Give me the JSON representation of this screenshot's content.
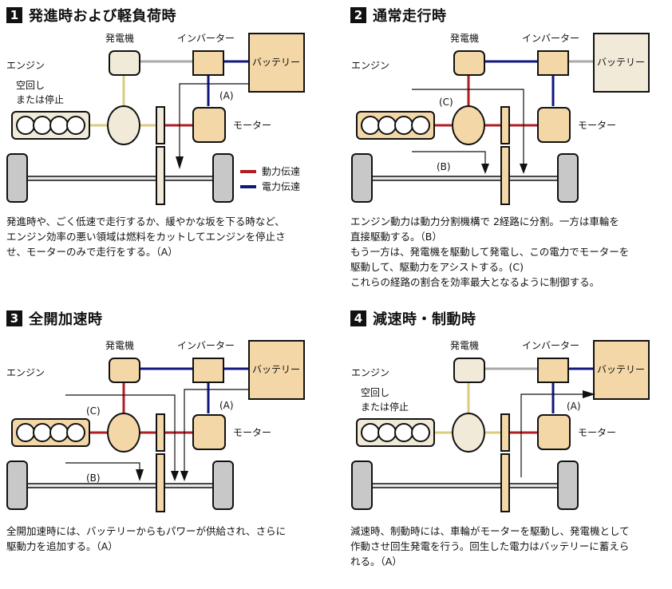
{
  "colors": {
    "active_fill": "#f3d7a6",
    "inactive_fill": "#f1ead8",
    "wheel_fill": "#c8c8c8",
    "power_line": "#b01e23",
    "electric_line": "#10177f",
    "idle_line": "#d9cc7e",
    "unused_line": "#a9a9a9"
  },
  "labels": {
    "generator": "発電機",
    "inverter": "インバーター",
    "battery": "バッテリー",
    "engine": "エンジン",
    "motor": "モーター",
    "idle_line1": "空回し",
    "idle_line2": "または停止"
  },
  "legend": {
    "power": "動力伝達",
    "electric": "電力伝達"
  },
  "panels": [
    {
      "number": "1",
      "title": "発進時および軽負荷時",
      "engine_active": false,
      "generator_active": false,
      "engine_idle_note": true,
      "path_labels": [
        "(A)"
      ],
      "links": {
        "gen_inv": "unused",
        "inv_bat": "electric",
        "inv_motor": "electric",
        "gen_split": "idle",
        "engine_split": "idle",
        "split_gear": "idle",
        "gear_motor": "power"
      },
      "description": [
        "発進時や、ごく低速で走行するか、緩やかな坂を下る時など、",
        "エンジン効率の悪い領域は燃料をカットしてエンジンを停止さ",
        "せ、モーターのみで走行をする。（A）"
      ]
    },
    {
      "number": "2",
      "title": "通常走行時",
      "engine_active": true,
      "generator_active": true,
      "engine_idle_note": false,
      "path_labels": [
        "(C)",
        "(B)"
      ],
      "links": {
        "gen_inv": "electric",
        "inv_bat": "unused",
        "inv_motor": "electric",
        "gen_split": "power",
        "engine_split": "power",
        "split_gear": "power",
        "gear_motor": "power"
      },
      "description": [
        "エンジン動力は動力分割機構で 2経路に分割。一方は車輪を",
        "直接駆動する。（B）",
        "もう一方は、発電機を駆動して発電し、この電力でモーターを",
        "駆動して、駆動力をアシストする。(C)",
        "これらの経路の割合を効率最大となるように制御する。"
      ]
    },
    {
      "number": "3",
      "title": "全開加速時",
      "engine_active": true,
      "generator_active": true,
      "engine_idle_note": false,
      "path_labels": [
        "(C)",
        "(A)",
        "(B)"
      ],
      "links": {
        "gen_inv": "electric",
        "inv_bat": "electric",
        "inv_motor": "electric",
        "gen_split": "power",
        "engine_split": "power",
        "split_gear": "power",
        "gear_motor": "power"
      },
      "description": [
        "全開加速時には、バッテリーからもパワーが供給され、さらに",
        "駆動力を追加する。（A）"
      ]
    },
    {
      "number": "4",
      "title": "減速時・制動時",
      "engine_active": false,
      "generator_active": false,
      "engine_idle_note": true,
      "path_labels": [
        "(A)"
      ],
      "links": {
        "gen_inv": "unused",
        "inv_bat": "electric",
        "inv_motor": "electric",
        "gen_split": "idle",
        "engine_split": "idle",
        "split_gear": "idle",
        "gear_motor": "power"
      },
      "description": [
        "減速時、制動時には、車輪がモーターを駆動し、発電機として",
        "作動させ回生発電を行う。回生した電力はバッテリーに蓄えら",
        "れる。（A）"
      ]
    }
  ]
}
